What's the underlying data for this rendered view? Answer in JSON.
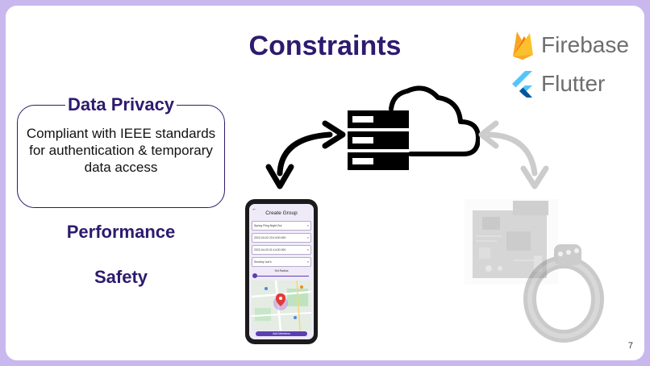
{
  "slide": {
    "title": "Constraints",
    "page_number": "7"
  },
  "brands": {
    "firebase_label": "Firebase",
    "flutter_label": "Flutter"
  },
  "constraints": {
    "privacy_title": "Data Privacy",
    "privacy_description": "Compliant with IEEE standards for authentication & temporary data access",
    "performance": "Performance",
    "safety": "Safety"
  },
  "phone_app": {
    "title": "Create Group",
    "fields": [
      "Spring Fling Night Out",
      "2022-04-02 23:14:00.000",
      "2022-04-03 01:14:00.000",
      "Smokey Joe's"
    ],
    "radius_label": "Set Radius",
    "add_members_label": "Add Members"
  },
  "colors": {
    "background": "#c9b8ee",
    "title": "#2e1a6e",
    "accent": "#5b3fb0",
    "inactive": "#cccccc"
  },
  "icons": {
    "server": "server-icon",
    "cloud": "cloud-icon",
    "arrow_left": "curved-double-arrow-icon",
    "arrow_right": "curved-double-arrow-faded-icon",
    "firebase": "firebase-logo-icon",
    "flutter": "flutter-logo-icon",
    "circuit_board": "circuit-board-image",
    "wristband": "wristband-image"
  }
}
